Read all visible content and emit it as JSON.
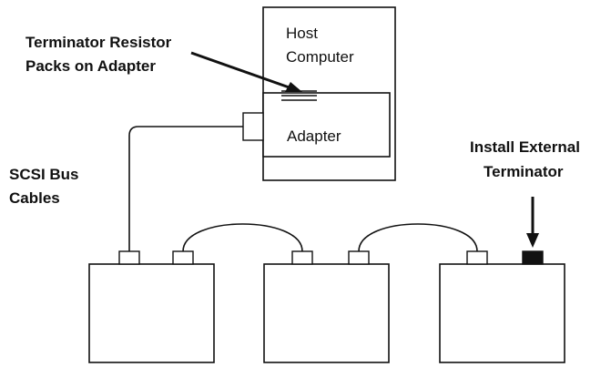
{
  "labels": {
    "terminator_packs_line1": "Terminator Resistor",
    "terminator_packs_line2": "Packs on Adapter",
    "host_line1": "Host",
    "host_line2": "Computer",
    "adapter": "Adapter",
    "scsi_cables_line1": "SCSI Bus",
    "scsi_cables_line2": "Cables",
    "external_terminator_line1": "Install External",
    "external_terminator_line2": "Terminator"
  },
  "colors": {
    "line": "#111111",
    "background": "#ffffff",
    "terminator_fill": "#111111"
  }
}
